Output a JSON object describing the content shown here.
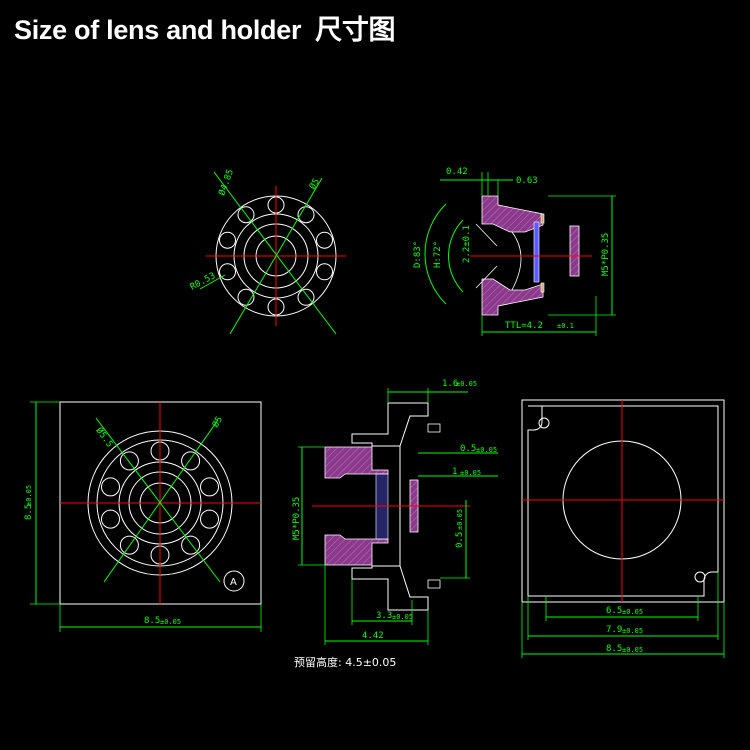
{
  "title": {
    "main": "Size of lens and holder",
    "cn": "尺寸图"
  },
  "colors": {
    "background": "#000000",
    "outline": "#ffffff",
    "dimension": "#00ff00",
    "centerline": "#ff0000",
    "lens_body": "#8b3a8b",
    "glass": "#5a5aff"
  },
  "top_view": {
    "d1": "Ø4.85",
    "d2": "Ø5",
    "radius": "R0.53"
  },
  "side_view": {
    "d_top1": "0.42",
    "d_top2": "0.63",
    "angle_d": "D:83°",
    "angle_h": "H:72°",
    "glass": "2.2±0.1",
    "thread": "M5*P0.35",
    "ttl": "TTL=4.2",
    "ttl_tol": "±0.1"
  },
  "holder_top": {
    "d1": "Ø5.5",
    "d2": "Ø5",
    "height": "8.5",
    "height_tol": "±0.05",
    "width": "8.5",
    "width_tol": "±0.05",
    "marker": "A"
  },
  "holder_side": {
    "d1": "1.6",
    "d1_tol": "±0.05",
    "d2": "0.5",
    "d2_tol": "±0.05",
    "d3": "1",
    "d3_tol": "±0.05",
    "d4": "0.5",
    "d4_tol": "±0.05",
    "thread": "M5*P0.35",
    "d5": "3.3",
    "d5_tol": "±0.05",
    "d6": "4.42",
    "note": "预留高度: 4.5±0.05"
  },
  "holder_bottom": {
    "w1": "6.5",
    "w1_tol": "±0.05",
    "w2": "7.9",
    "w2_tol": "±0.05",
    "w3": "8.5",
    "w3_tol": "±0.05"
  }
}
